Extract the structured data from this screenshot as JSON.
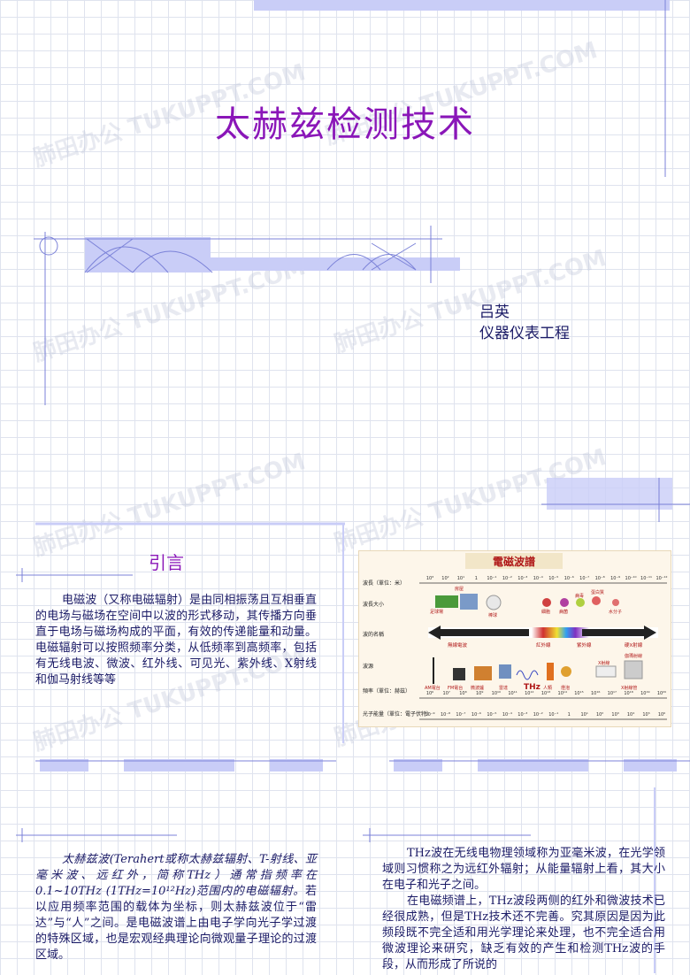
{
  "slide1": {
    "title": "太赫兹检测技术",
    "author_name": "吕英",
    "author_dept": "仪器仪表工程"
  },
  "slide2": {
    "heading": "引言",
    "paragraph": "电磁波（又称电磁辐射）是由同相振荡且互相垂直的电场与磁场在空间中以波的形式移动，其传播方向垂直于电场与磁场构成的平面，有效的传递能量和动量。电磁辐射可以按照频率分类，从低频率到高频率，包括有无线电波、微波、红外线、可见光、紫外线、X射线和伽马射线等等",
    "figure": {
      "title": "電磁波譜",
      "row_labels": [
        "波長（單位：米）",
        "波長大小",
        "波的名稱",
        "波源",
        "頻率（單位：赫茲）",
        "光子能量（單位：電子伏特）"
      ],
      "wavelength_ticks": [
        "10³",
        "10²",
        "10¹",
        "1",
        "10⁻¹",
        "10⁻²",
        "10⁻³",
        "10⁻⁴",
        "10⁻⁵",
        "10⁻⁶",
        "10⁻⁷",
        "10⁻⁸",
        "10⁻⁹",
        "10⁻¹⁰",
        "10⁻¹¹",
        "10⁻¹²"
      ],
      "size_items": [
        "足球場",
        "房屋",
        "棒球",
        "細胞",
        "病菌",
        "病毒",
        "蛋白質",
        "水分子"
      ],
      "wave_names": [
        "無線電波",
        "紅外線",
        "紫外線",
        "硬X射線"
      ],
      "sources": [
        "AM電台",
        "FM電台",
        "微波爐",
        "雷達",
        "THz",
        "人類",
        "燈泡",
        "X射線",
        "X射線管",
        "伽瑪射線"
      ],
      "freq_ticks": [
        "10⁶",
        "10⁷",
        "10⁸",
        "10⁹",
        "10¹⁰",
        "10¹¹",
        "10¹²",
        "10¹³",
        "10¹⁴",
        "10¹⁵",
        "10¹⁶",
        "10¹⁷",
        "10¹⁸",
        "10¹⁹",
        "10²⁰"
      ],
      "energy_ticks": [
        "10⁻⁹",
        "10⁻⁸",
        "10⁻⁷",
        "10⁻⁶",
        "10⁻⁵",
        "10⁻⁴",
        "10⁻³",
        "10⁻²",
        "10⁻¹",
        "1",
        "10¹",
        "10²",
        "10³",
        "10⁴",
        "10⁵",
        "10⁶"
      ]
    }
  },
  "slide3": {
    "left_italic": "太赫兹波(Terahert或称太赫兹辐射、T-射线、亚毫米波、远红外，简称THz）通常指频率在0.1~10THz (1THz=10¹²Hz)范围内的电磁辐射。",
    "left_rest": "若以应用频率范围的载体为坐标，则太赫兹波位于“雷达”与“人”之间。是电磁波谱上由电子学向光子学过渡的特殊区域，也是宏观经典理论向微观量子理论的过渡区域。",
    "right_p1": "THz波在无线电物理领域称为亚毫米波，在光学领域则习惯称之为远红外辐射；从能量辐射上看，其大小在电子和光子之间。",
    "right_p2": "在电磁频谱上，THz波段两侧的红外和微波技术已经很成熟，但是THz技术还不完善。究其原因是因为此频段既不完全适和用光学理论来处理，也不完全适合用微波理论来研究，缺乏有效的产生和检测THz波的手段，从而形成了所说的"
  },
  "watermark": "肺田办公 TUKUPPT.COM",
  "colors": {
    "title": "#8a16b8",
    "text": "#1a1a66",
    "accent": "#c9cdf7"
  }
}
